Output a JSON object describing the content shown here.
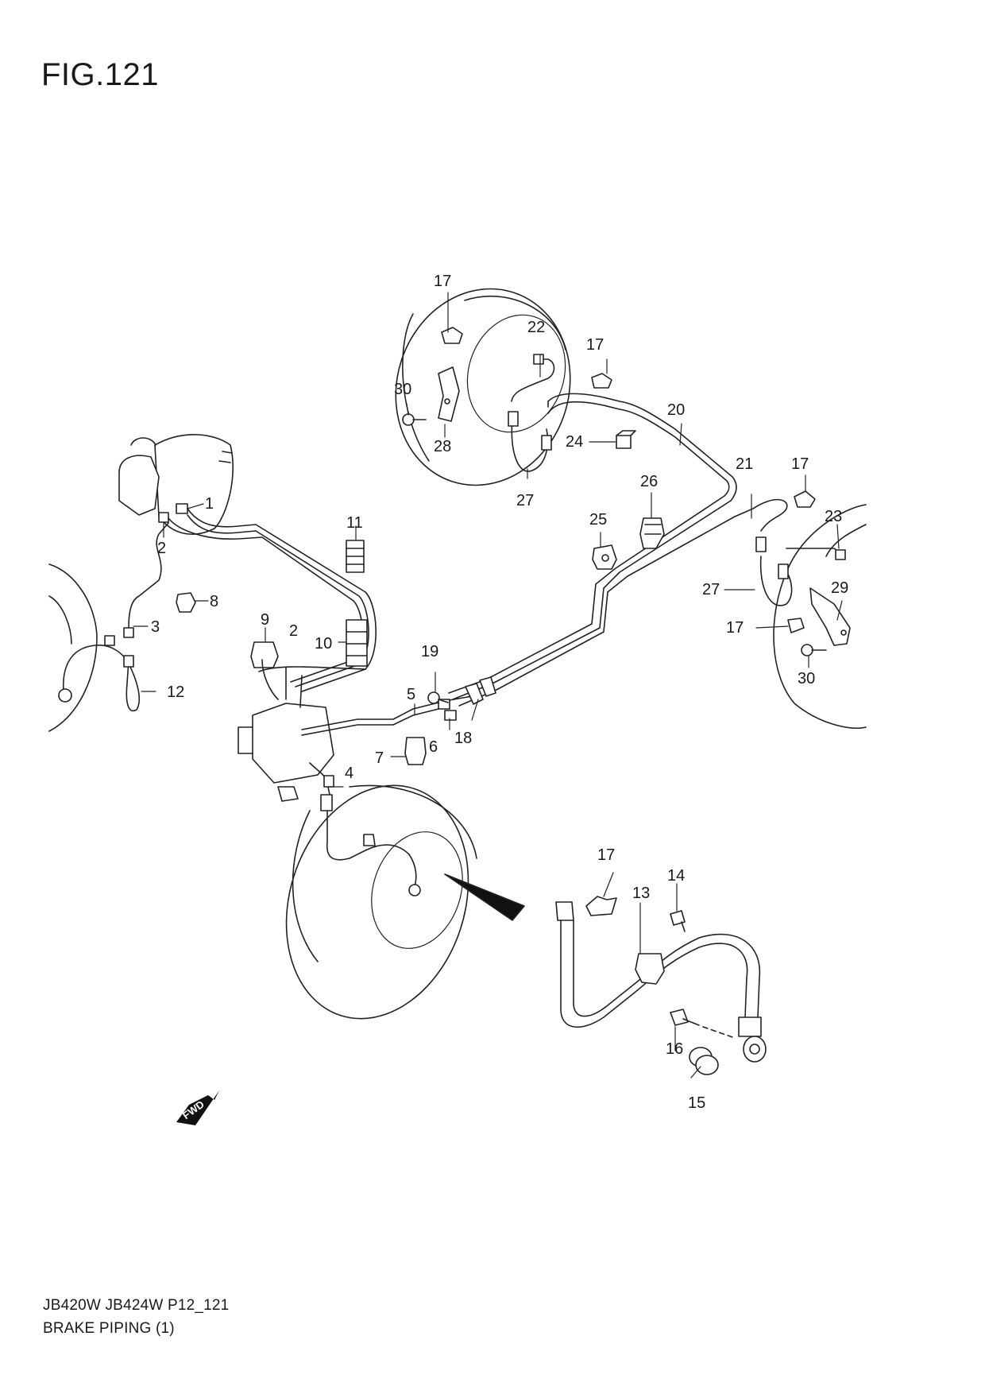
{
  "figure": {
    "title": "FIG.121",
    "model_code": "JB420W JB424W P12_121",
    "caption": "BRAKE PIPING (1)"
  },
  "fwd_marker": "FWD",
  "callouts": [
    {
      "id": "1",
      "label": "1"
    },
    {
      "id": "2a",
      "label": "2"
    },
    {
      "id": "2b",
      "label": "2"
    },
    {
      "id": "3",
      "label": "3"
    },
    {
      "id": "4",
      "label": "4"
    },
    {
      "id": "5",
      "label": "5"
    },
    {
      "id": "6",
      "label": "6"
    },
    {
      "id": "7",
      "label": "7"
    },
    {
      "id": "8",
      "label": "8"
    },
    {
      "id": "9",
      "label": "9"
    },
    {
      "id": "10",
      "label": "10"
    },
    {
      "id": "11",
      "label": "11"
    },
    {
      "id": "12",
      "label": "12"
    },
    {
      "id": "13",
      "label": "13"
    },
    {
      "id": "14",
      "label": "14"
    },
    {
      "id": "15",
      "label": "15"
    },
    {
      "id": "16",
      "label": "16"
    },
    {
      "id": "17a",
      "label": "17"
    },
    {
      "id": "17b",
      "label": "17"
    },
    {
      "id": "17c",
      "label": "17"
    },
    {
      "id": "17d",
      "label": "17"
    },
    {
      "id": "17e",
      "label": "17"
    },
    {
      "id": "18",
      "label": "18"
    },
    {
      "id": "19",
      "label": "19"
    },
    {
      "id": "20",
      "label": "20"
    },
    {
      "id": "21",
      "label": "21"
    },
    {
      "id": "22",
      "label": "22"
    },
    {
      "id": "23",
      "label": "23"
    },
    {
      "id": "24",
      "label": "24"
    },
    {
      "id": "25",
      "label": "25"
    },
    {
      "id": "26",
      "label": "26"
    },
    {
      "id": "27a",
      "label": "27"
    },
    {
      "id": "27b",
      "label": "27"
    },
    {
      "id": "28",
      "label": "28"
    },
    {
      "id": "29",
      "label": "29"
    },
    {
      "id": "30a",
      "label": "30"
    },
    {
      "id": "30b",
      "label": "30"
    }
  ]
}
